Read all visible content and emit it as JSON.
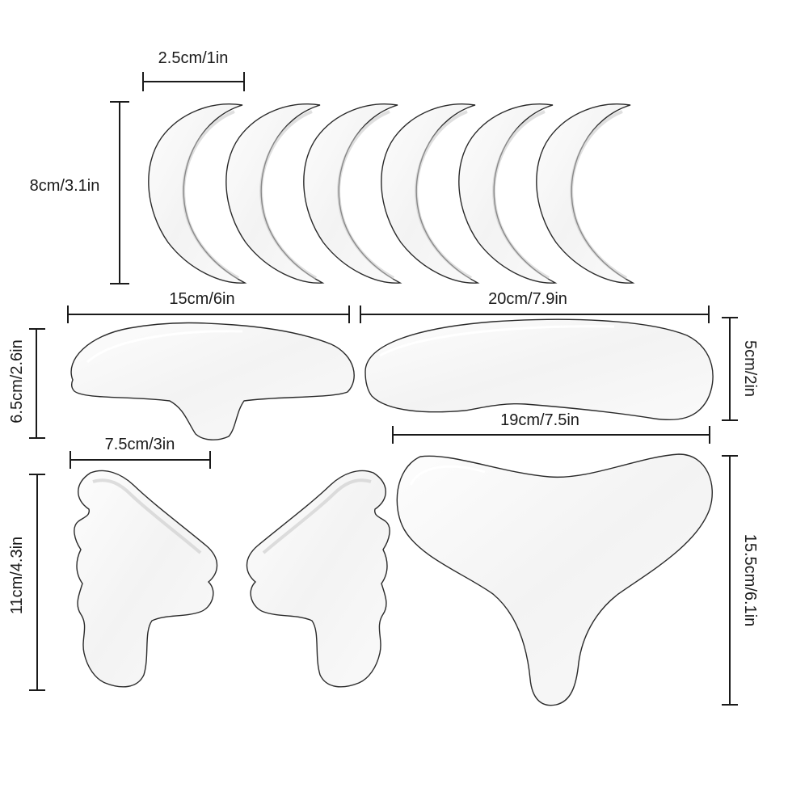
{
  "product_image": {
    "description_labels": {
      "moon_width": "2.5cm/1in",
      "moon_height": "8cm/3.1in",
      "forehead_width": "15cm/6in",
      "forehead_height": "6.5cm/2.6in",
      "long_width": "20cm/7.9in",
      "long_height": "5cm/2in",
      "butterfly_width": "7.5cm/3in",
      "butterfly_height": "11cm/4.3in",
      "chest_width": "19cm/7.5in",
      "chest_height": "15.5cm/6.1in"
    },
    "items": [
      {
        "name": "crescent-eye-pad",
        "count": 6
      },
      {
        "name": "forehead-pad",
        "count": 1
      },
      {
        "name": "long-forehead-pad",
        "count": 1
      },
      {
        "name": "butterfly-eye-pad",
        "count": 2
      },
      {
        "name": "chest-pad",
        "count": 1
      }
    ],
    "colors": {
      "background": "#ffffff",
      "line": "#1a1a1a",
      "pad_fill": "#f7f7f7"
    }
  }
}
